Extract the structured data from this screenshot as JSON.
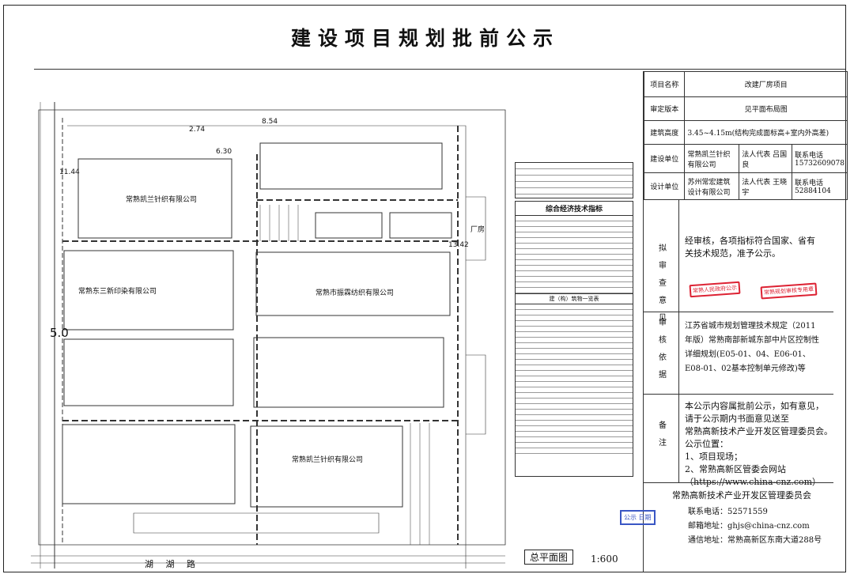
{
  "header": {
    "title": "建设项目规划批前公示"
  },
  "info": {
    "project_label": "项目名称",
    "project_value": "改建厂房项目",
    "content_label": "审定版本",
    "content_value": "见平面布局图",
    "height_label": "建筑高度",
    "height_value": "3.45~4.15m(结构完成面标高+室内外高差)",
    "builder_label": "建设单位",
    "builder_company": "常熟凯兰针织有限公司",
    "builder_rep_label": "法人代表",
    "builder_rep": "吕国良",
    "builder_phone_label": "联系电话",
    "builder_phone": "15732609078",
    "designer_label": "设计单位",
    "designer_company": "苏州常宏建筑设计有限公司",
    "designer_rep_label": "法人代表",
    "designer_rep": "王晓宇",
    "designer_phone_label": "联系电话",
    "designer_phone": "52884104"
  },
  "review_opinion": {
    "label": "拟审查意见",
    "text": "经审核，各项指标符合国家、省有关技术规范，准予公示。"
  },
  "review_basis": {
    "label": "审核依据",
    "text": "江苏省城市规划管理技术规定（2011年版）常熟南部新城东部中片区控制性详细规划(E05-01、04、E06-01、E08-01、02基本控制单元修改)等"
  },
  "remarks": {
    "label": "备注",
    "lines": [
      "本公示内容属批前公示，如有意见，",
      "请于公示期内书面意见送至",
      "常熟高新技术产业开发区管理委员会。",
      "公示位置：",
      "1、项目现场；",
      "2、常熟高新区管委会网站",
      "（https://www.china-cnz.com）"
    ]
  },
  "footer": {
    "org": "常熟高新技术产业开发区管理委员会",
    "phone_label": "联系电话：",
    "phone": "52571559",
    "email_label": "邮箱地址：",
    "email": "ghjs@china-cnz.com",
    "address_label": "通信地址：",
    "address": "常熟高新区东南大道288号"
  },
  "drawing": {
    "tech_title": "综合经济技术指标",
    "building_table_title": "建（构）筑物一览表",
    "scale_label": "总平面图",
    "scale_value": "1:600",
    "road_name": "湖 湖 路",
    "labels": {
      "height_5": "5.0",
      "company_1": "常熟凯兰针织有限公司",
      "company_2": "常熟东三新印染有限公司",
      "company_3": "常熟市振霖纺织有限公司",
      "company_4": "常熟凯兰针织有限公司",
      "chuang": "厂房",
      "dim_1": "8.54",
      "dim_2": "2.74",
      "dim_3": "13.42",
      "dim_4": "6.30",
      "dim_5": "11.44"
    }
  },
  "colors": {
    "stamp_red": "#d23",
    "stamp_blue": "#3956c4",
    "line": "#222"
  }
}
